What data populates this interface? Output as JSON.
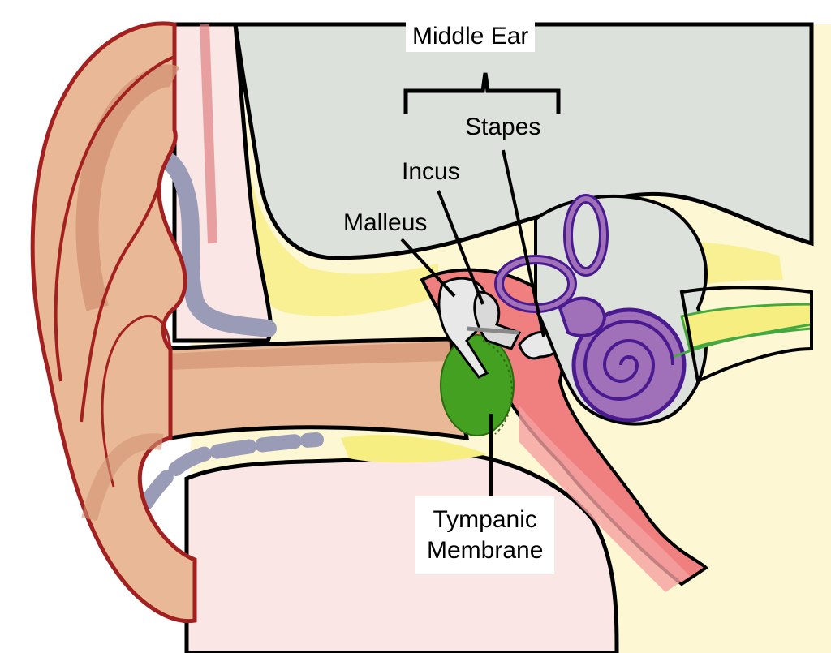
{
  "labels": {
    "middle_ear": "Middle Ear",
    "stapes": "Stapes",
    "incus": "Incus",
    "malleus": "Malleus",
    "tympanic_line1": "Tympanic",
    "tympanic_line2": "Membrane"
  },
  "colors": {
    "skin": "#e9b896",
    "skin_dark": "#d39474",
    "ear_outline": "#a32020",
    "pink_tissue": "#fbe6e6",
    "bone_gray": "#dde1dc",
    "yellow_tissue": "#fdf7bf",
    "fat_yellow": "#f7ee82",
    "cartilage": "#9a9cb7",
    "ossicle": "#e8e8e8",
    "tympanic_green": "#43a020",
    "tube_red": "#f08080",
    "cochlea_purple": "#a070b8",
    "cochlea_outline": "#4a1a90",
    "nerve_green": "#44a840"
  }
}
